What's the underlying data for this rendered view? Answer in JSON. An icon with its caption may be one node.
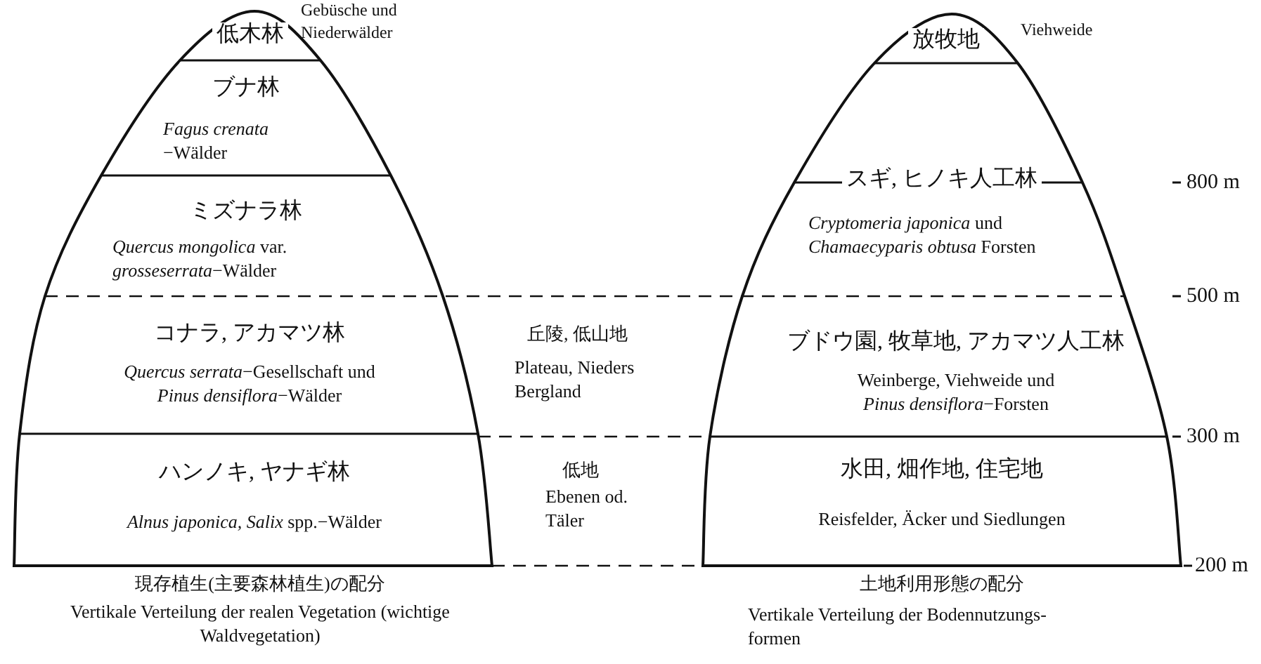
{
  "diagram": {
    "nodes": [
      {
        "text": [
          "現存植生(主要森林植生)の配分",
          "Vertikale Verteilung der realen Vegetation (wichtige Waldvegetation)"
        ]
      },
      {
        "text": [
          "低木林"
        ],
        "beside": [
          "Gebüsche und Niederwälder"
        ],
        "in": 0
      },
      {
        "text": [
          "ブナ林",
          "*Fagus crenata* −Wälder"
        ],
        "in": 0
      },
      {
        "text": [
          "ミズナラ林",
          "*Quercus mongolica* var. *grosseserrata*−Wälder"
        ],
        "in": 0
      },
      {
        "text": [
          "コナラ, アカマツ林",
          "*Quercus serrata*−Gesellschaft und *Pinus densiflora*−Wälder"
        ],
        "in": 0
      },
      {
        "text": [
          "ハンノキ, ヤナギ林",
          "*Alnus japonica, Salix* spp.−Wälder"
        ],
        "in": 0
      },
      {
        "text": [
          "土地利用形態の配分",
          "Vertikale Verteilung der Bodennutzungs- formen"
        ]
      },
      {
        "text": [
          "放牧地"
        ],
        "beside": [
          "Viehweide"
        ],
        "in": 6
      },
      {
        "text": [
          "スギ, ヒノキ人工林",
          "*Cryptomeria japonica* und *Chamaecyparis obtusa* Forsten"
        ],
        "in": 6
      },
      {
        "text": [
          "ブドウ園, 牧草地, アカマツ人工林",
          "Weinberge, Viehweide und *Pinus densiflora*−Forsten"
        ],
        "in": 6
      },
      {
        "text": [
          "水田, 畑作地, 住宅地",
          "Reisfelder, Äcker und Siedlungen"
        ],
        "in": 6
      }
    ],
    "labels": [
      "丘陵, 低山地",
      "Plateau, Nieders Bergland",
      "低地",
      "Ebenen od. Täler",
      "800 m",
      "500 m",
      "300 m",
      "200 m"
    ]
  }
}
